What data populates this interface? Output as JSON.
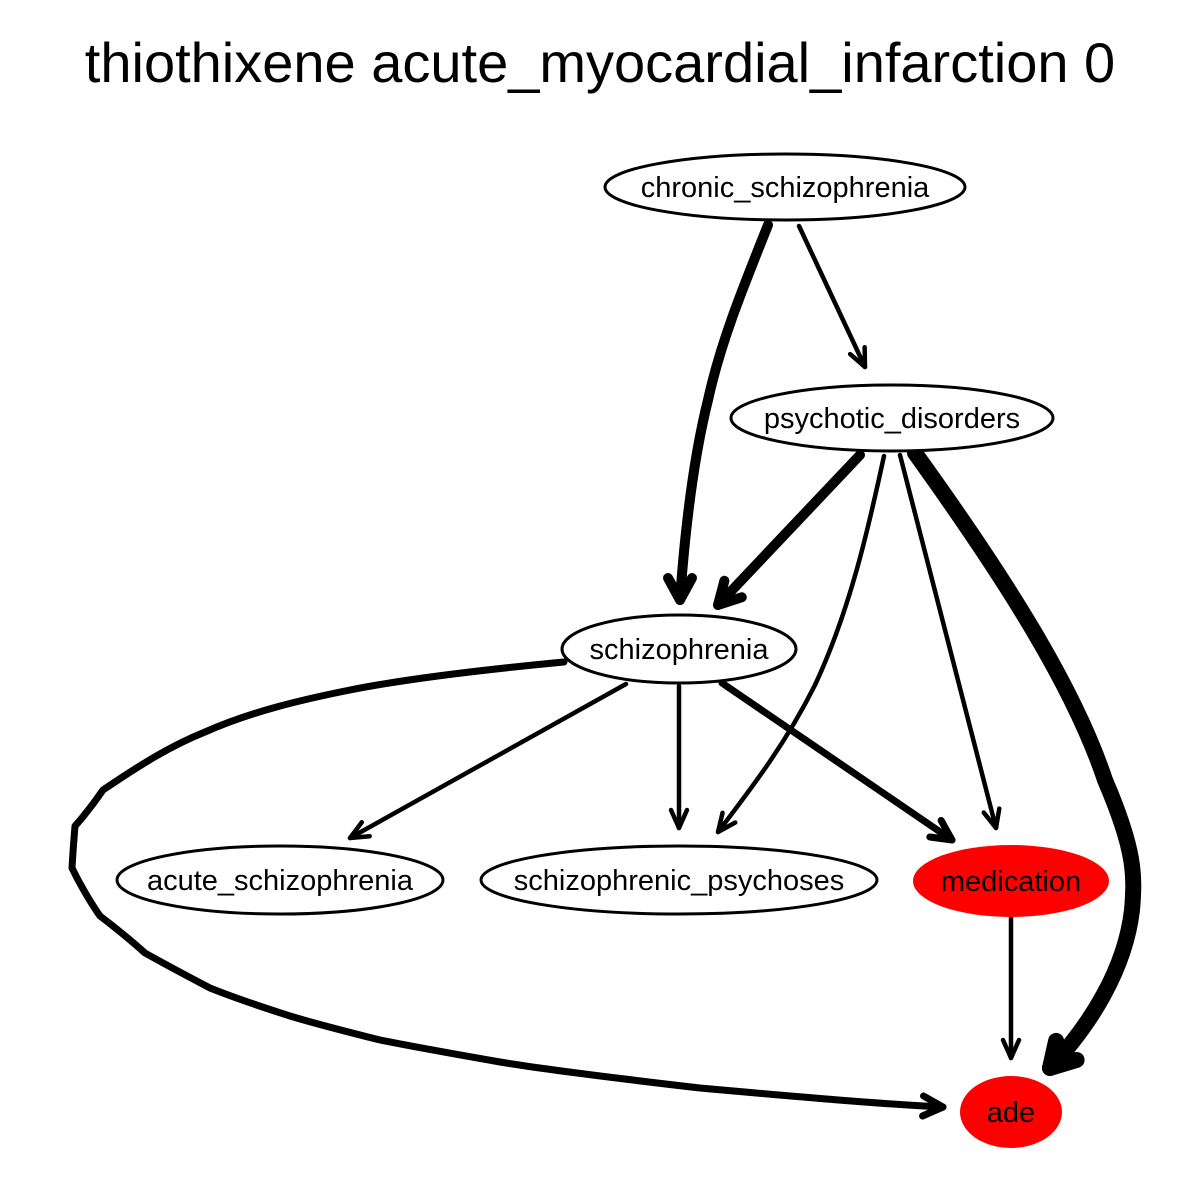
{
  "title": "thiothixene acute_myocardial_infarction 0",
  "colors": {
    "highlight": "#ff0000",
    "default_fill": "#ffffff",
    "stroke": "#000000"
  },
  "nodes": [
    {
      "id": "chronic_schizophrenia",
      "label": "chronic_schizophrenia",
      "highlighted": false
    },
    {
      "id": "psychotic_disorders",
      "label": "psychotic_disorders",
      "highlighted": false
    },
    {
      "id": "schizophrenia",
      "label": "schizophrenia",
      "highlighted": false
    },
    {
      "id": "acute_schizophrenia",
      "label": "acute_schizophrenia",
      "highlighted": false
    },
    {
      "id": "schizophrenic_psychoses",
      "label": "schizophrenic_psychoses",
      "highlighted": false
    },
    {
      "id": "medication",
      "label": "medication",
      "highlighted": true
    },
    {
      "id": "ade",
      "label": "ade",
      "highlighted": true
    }
  ],
  "edges": [
    {
      "from": "chronic_schizophrenia",
      "to": "schizophrenia",
      "weight": "heavy"
    },
    {
      "from": "chronic_schizophrenia",
      "to": "psychotic_disorders",
      "weight": "normal"
    },
    {
      "from": "psychotic_disorders",
      "to": "schizophrenia",
      "weight": "heavy"
    },
    {
      "from": "psychotic_disorders",
      "to": "schizophrenic_psychoses",
      "weight": "normal"
    },
    {
      "from": "psychotic_disorders",
      "to": "medication",
      "weight": "normal"
    },
    {
      "from": "psychotic_disorders",
      "to": "ade",
      "weight": "heaviest"
    },
    {
      "from": "schizophrenia",
      "to": "acute_schizophrenia",
      "weight": "normal"
    },
    {
      "from": "schizophrenia",
      "to": "schizophrenic_psychoses",
      "weight": "normal"
    },
    {
      "from": "schizophrenia",
      "to": "medication",
      "weight": "medium"
    },
    {
      "from": "schizophrenia",
      "to": "ade",
      "weight": "medium"
    },
    {
      "from": "medication",
      "to": "ade",
      "weight": "normal"
    }
  ]
}
